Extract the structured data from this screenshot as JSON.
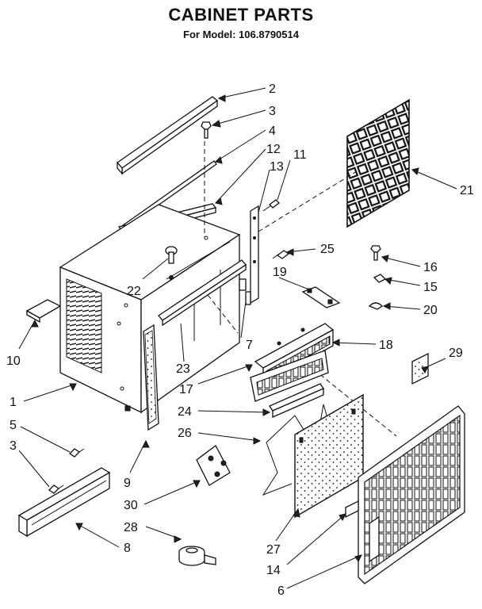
{
  "header": {
    "title": "CABINET PARTS",
    "subtitle": "For Model: 106.8790514"
  },
  "callouts": [
    {
      "id": "2",
      "label": "2"
    },
    {
      "id": "3a",
      "label": "3"
    },
    {
      "id": "4",
      "label": "4"
    },
    {
      "id": "12",
      "label": "12"
    },
    {
      "id": "11",
      "label": "11"
    },
    {
      "id": "13",
      "label": "13"
    },
    {
      "id": "21",
      "label": "21"
    },
    {
      "id": "25",
      "label": "25"
    },
    {
      "id": "16",
      "label": "16"
    },
    {
      "id": "15",
      "label": "15"
    },
    {
      "id": "19",
      "label": "19"
    },
    {
      "id": "20",
      "label": "20"
    },
    {
      "id": "22",
      "label": "22"
    },
    {
      "id": "7",
      "label": "7"
    },
    {
      "id": "18",
      "label": "18"
    },
    {
      "id": "29",
      "label": "29"
    },
    {
      "id": "10",
      "label": "10"
    },
    {
      "id": "23",
      "label": "23"
    },
    {
      "id": "17",
      "label": "17"
    },
    {
      "id": "1",
      "label": "1"
    },
    {
      "id": "24",
      "label": "24"
    },
    {
      "id": "5",
      "label": "5"
    },
    {
      "id": "26",
      "label": "26"
    },
    {
      "id": "3b",
      "label": "3"
    },
    {
      "id": "9",
      "label": "9"
    },
    {
      "id": "30",
      "label": "30"
    },
    {
      "id": "28",
      "label": "28"
    },
    {
      "id": "8",
      "label": "8"
    },
    {
      "id": "27",
      "label": "27"
    },
    {
      "id": "14",
      "label": "14"
    },
    {
      "id": "6",
      "label": "6"
    }
  ]
}
